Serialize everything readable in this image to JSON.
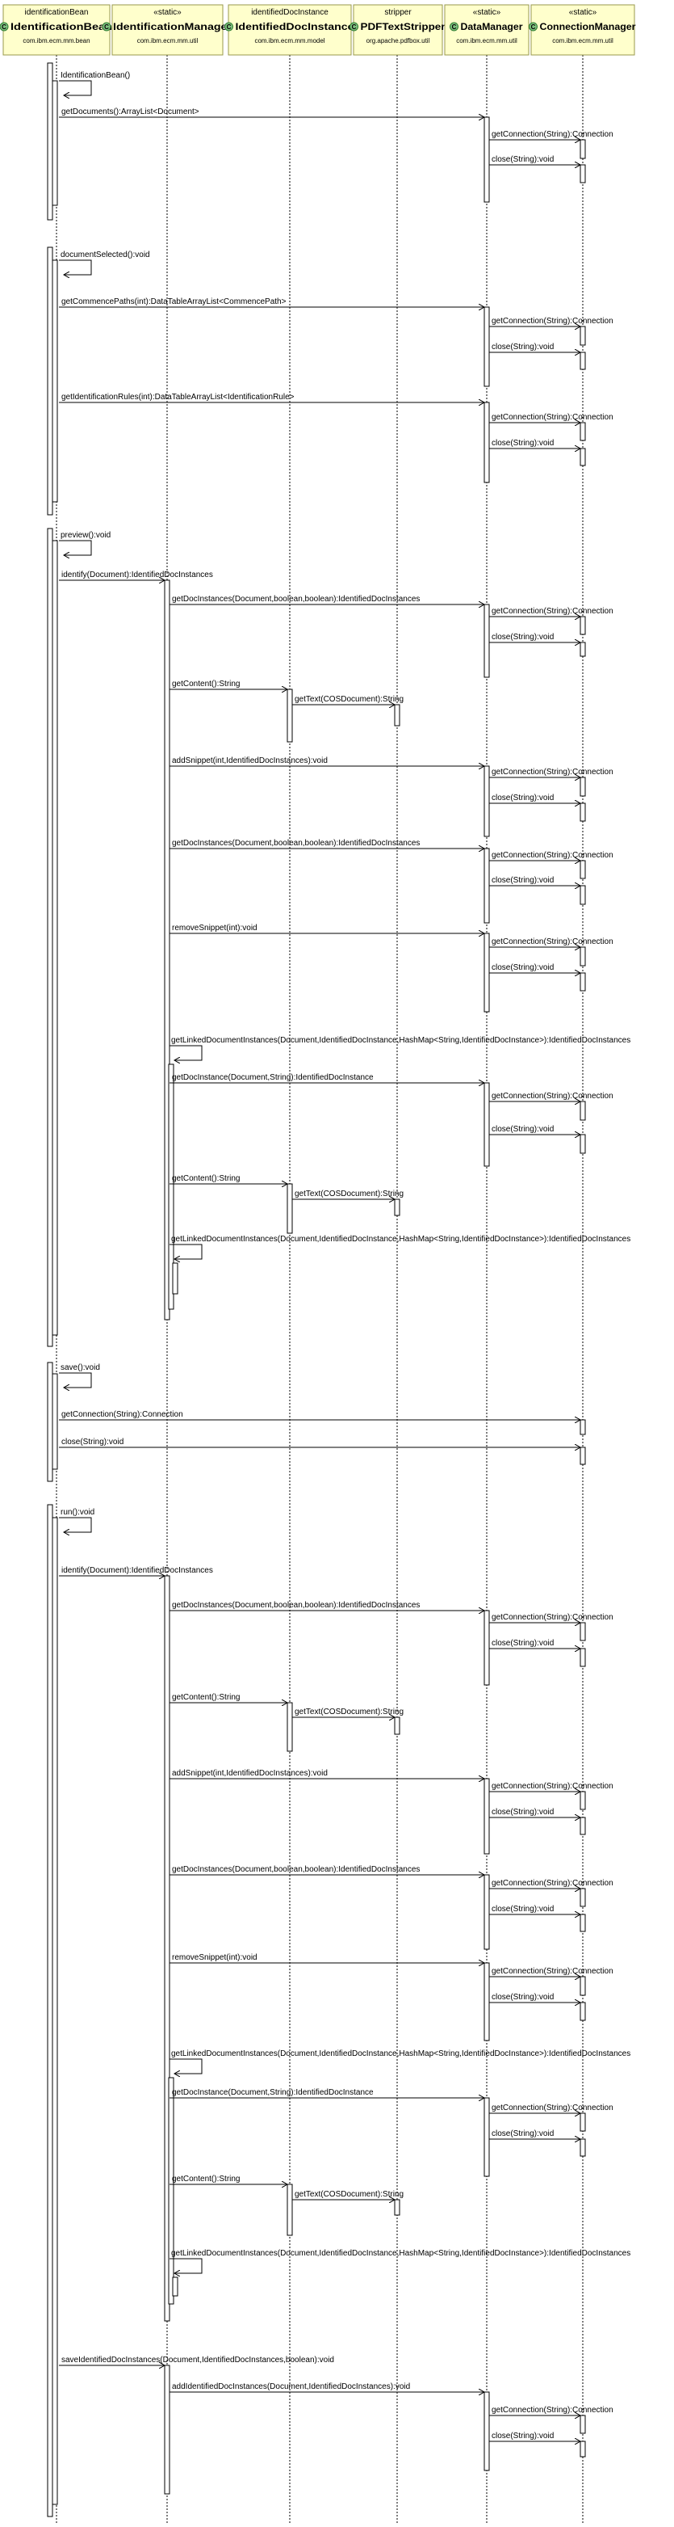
{
  "participants": [
    {
      "id": "bean",
      "stereotype": "identificationBean",
      "name": "IdentificationBean",
      "package": "com.ibm.ecm.mm.bean",
      "icon": "class-icon"
    },
    {
      "id": "mgr",
      "stereotype": "«static»",
      "name": "IdentificationManager",
      "package": "com.ibm.ecm.mm.util",
      "icon": "class-icon"
    },
    {
      "id": "inst",
      "stereotype": "identifiedDocInstance",
      "name": "IdentifiedDocInstance",
      "package": "com.ibm.ecm.mm.model",
      "icon": "class-icon"
    },
    {
      "id": "strip",
      "stereotype": "stripper",
      "name": "PDFTextStripper",
      "package": "org.apache.pdfbox.util",
      "icon": "class-icon"
    },
    {
      "id": "dm",
      "stereotype": "«static»",
      "name": "DataManager",
      "package": "com.ibm.ecm.mm.util",
      "icon": "class-icon"
    },
    {
      "id": "cm",
      "stereotype": "«static»",
      "name": "ConnectionManager",
      "package": "com.ibm.ecm.mm.util",
      "icon": "class-icon"
    }
  ],
  "messages": [
    {
      "label": "IdentificationBean()",
      "from": "bean",
      "to": "bean"
    },
    {
      "label": "getDocuments():ArrayList<Document>",
      "from": "bean",
      "to": "dm"
    },
    {
      "label": "getConnection(String):Connection",
      "from": "dm",
      "to": "cm"
    },
    {
      "label": "close(String):void",
      "from": "dm",
      "to": "cm"
    },
    {
      "label": "documentSelected():void",
      "from": "bean",
      "to": "bean"
    },
    {
      "label": "getCommencePaths(int):DataTableArrayList<CommencePath>",
      "from": "bean",
      "to": "dm"
    },
    {
      "label": "getConnection(String):Connection",
      "from": "dm",
      "to": "cm"
    },
    {
      "label": "close(String):void",
      "from": "dm",
      "to": "cm"
    },
    {
      "label": "getIdentificationRules(int):DataTableArrayList<IdentificationRule>",
      "from": "bean",
      "to": "dm"
    },
    {
      "label": "getConnection(String):Connection",
      "from": "dm",
      "to": "cm"
    },
    {
      "label": "close(String):void",
      "from": "dm",
      "to": "cm"
    },
    {
      "label": "preview():void",
      "from": "bean",
      "to": "bean"
    },
    {
      "label": "identify(Document):IdentifiedDocInstances",
      "from": "bean",
      "to": "mgr"
    },
    {
      "label": "getDocInstances(Document,boolean,boolean):IdentifiedDocInstances",
      "from": "mgr",
      "to": "dm"
    },
    {
      "label": "getConnection(String):Connection",
      "from": "dm",
      "to": "cm"
    },
    {
      "label": "close(String):void",
      "from": "dm",
      "to": "cm"
    },
    {
      "label": "getContent():String",
      "from": "mgr",
      "to": "inst"
    },
    {
      "label": "getText(COSDocument):String",
      "from": "inst",
      "to": "strip"
    },
    {
      "label": "addSnippet(int,IdentifiedDocInstances):void",
      "from": "mgr",
      "to": "dm"
    },
    {
      "label": "getConnection(String):Connection",
      "from": "dm",
      "to": "cm"
    },
    {
      "label": "close(String):void",
      "from": "dm",
      "to": "cm"
    },
    {
      "label": "getDocInstances(Document,boolean,boolean):IdentifiedDocInstances",
      "from": "mgr",
      "to": "dm"
    },
    {
      "label": "getConnection(String):Connection",
      "from": "dm",
      "to": "cm"
    },
    {
      "label": "close(String):void",
      "from": "dm",
      "to": "cm"
    },
    {
      "label": "removeSnippet(int):void",
      "from": "mgr",
      "to": "dm"
    },
    {
      "label": "getConnection(String):Connection",
      "from": "dm",
      "to": "cm"
    },
    {
      "label": "close(String):void",
      "from": "dm",
      "to": "cm"
    },
    {
      "label": "getLinkedDocumentInstances(Document,IdentifiedDocInstance,HashMap<String,IdentifiedDocInstance>):IdentifiedDocInstances",
      "from": "mgr",
      "to": "mgr"
    },
    {
      "label": "getDocInstance(Document,String):IdentifiedDocInstance",
      "from": "mgr",
      "to": "dm"
    },
    {
      "label": "getConnection(String):Connection",
      "from": "dm",
      "to": "cm"
    },
    {
      "label": "close(String):void",
      "from": "dm",
      "to": "cm"
    },
    {
      "label": "getContent():String",
      "from": "mgr",
      "to": "inst"
    },
    {
      "label": "getText(COSDocument):String",
      "from": "inst",
      "to": "strip"
    },
    {
      "label": "getLinkedDocumentInstances(Document,IdentifiedDocInstance,HashMap<String,IdentifiedDocInstance>):IdentifiedDocInstances",
      "from": "mgr",
      "to": "mgr"
    },
    {
      "label": "save():void",
      "from": "bean",
      "to": "bean"
    },
    {
      "label": "getConnection(String):Connection",
      "from": "bean",
      "to": "cm"
    },
    {
      "label": "close(String):void",
      "from": "bean",
      "to": "cm"
    },
    {
      "label": "run():void",
      "from": "bean",
      "to": "bean"
    },
    {
      "label": "identify(Document):IdentifiedDocInstances",
      "from": "bean",
      "to": "mgr"
    },
    {
      "label": "getDocInstances(Document,boolean,boolean):IdentifiedDocInstances",
      "from": "mgr",
      "to": "dm"
    },
    {
      "label": "getConnection(String):Connection",
      "from": "dm",
      "to": "cm"
    },
    {
      "label": "close(String):void",
      "from": "dm",
      "to": "cm"
    },
    {
      "label": "getContent():String",
      "from": "mgr",
      "to": "inst"
    },
    {
      "label": "getText(COSDocument):String",
      "from": "inst",
      "to": "strip"
    },
    {
      "label": "addSnippet(int,IdentifiedDocInstances):void",
      "from": "mgr",
      "to": "dm"
    },
    {
      "label": "getConnection(String):Connection",
      "from": "dm",
      "to": "cm"
    },
    {
      "label": "close(String):void",
      "from": "dm",
      "to": "cm"
    },
    {
      "label": "getDocInstances(Document,boolean,boolean):IdentifiedDocInstances",
      "from": "mgr",
      "to": "dm"
    },
    {
      "label": "getConnection(String):Connection",
      "from": "dm",
      "to": "cm"
    },
    {
      "label": "close(String):void",
      "from": "dm",
      "to": "cm"
    },
    {
      "label": "removeSnippet(int):void",
      "from": "mgr",
      "to": "dm"
    },
    {
      "label": "getConnection(String):Connection",
      "from": "dm",
      "to": "cm"
    },
    {
      "label": "close(String):void",
      "from": "dm",
      "to": "cm"
    },
    {
      "label": "getLinkedDocumentInstances(Document,IdentifiedDocInstance,HashMap<String,IdentifiedDocInstance>):IdentifiedDocInstances",
      "from": "mgr",
      "to": "mgr"
    },
    {
      "label": "getDocInstance(Document,String):IdentifiedDocInstance",
      "from": "mgr",
      "to": "dm"
    },
    {
      "label": "getConnection(String):Connection",
      "from": "dm",
      "to": "cm"
    },
    {
      "label": "close(String):void",
      "from": "dm",
      "to": "cm"
    },
    {
      "label": "getContent():String",
      "from": "mgr",
      "to": "inst"
    },
    {
      "label": "getText(COSDocument):String",
      "from": "inst",
      "to": "strip"
    },
    {
      "label": "getLinkedDocumentInstances(Document,IdentifiedDocInstance,HashMap<String,IdentifiedDocInstance>):IdentifiedDocInstances",
      "from": "mgr",
      "to": "mgr"
    },
    {
      "label": "saveIdentifiedDocInstances(Document,IdentifiedDocInstances,boolean):void",
      "from": "bean",
      "to": "mgr"
    },
    {
      "label": "addIdentifiedDocInstances(Document,IdentifiedDocInstances):void",
      "from": "mgr",
      "to": "dm"
    },
    {
      "label": "getConnection(String):Connection",
      "from": "dm",
      "to": "cm"
    },
    {
      "label": "close(String):void",
      "from": "dm",
      "to": "cm"
    }
  ],
  "colors": {
    "header_fill": "#ffffcc",
    "header_border": "#99994d",
    "line": "#000000",
    "icon_fill": "#7fbf7f",
    "icon_border": "#2e7d32"
  }
}
